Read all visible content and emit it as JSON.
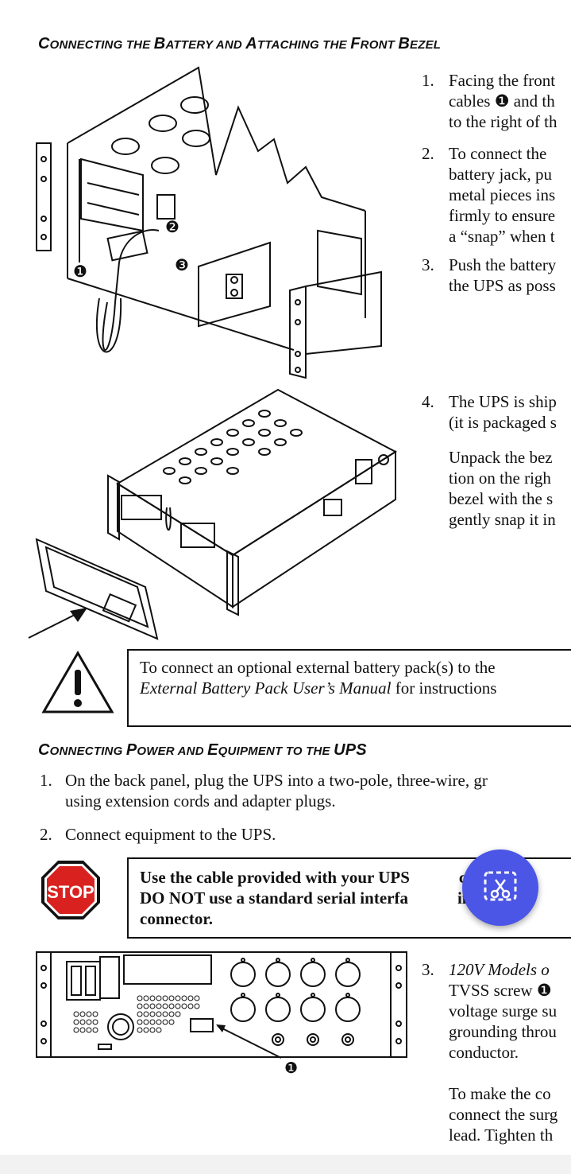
{
  "section1": {
    "heading_parts": [
      {
        "cap": "C",
        "rest": "ONNECTING THE "
      },
      {
        "cap": "B",
        "rest": "ATTERY AND "
      },
      {
        "cap": "A",
        "rest": "TTACHING THE "
      },
      {
        "cap": "F",
        "rest": "RONT "
      },
      {
        "cap": "B",
        "rest": "EZEL"
      }
    ],
    "steps": [
      {
        "num": "1.",
        "lines": [
          "Facing the front",
          "cables ❶ and th",
          "to the right of th"
        ]
      },
      {
        "num": "2.",
        "lines": [
          "To connect the",
          "battery jack, pu",
          "metal pieces ins",
          "firmly to ensure",
          "a “snap” when t"
        ]
      },
      {
        "num": "3.",
        "lines": [
          "Push the battery",
          "the UPS as poss"
        ]
      },
      {
        "num": "4.",
        "lines": [
          "The UPS is ship",
          "(it is packaged s"
        ]
      }
    ],
    "step4_extra": [
      "Unpack the bez",
      "tion on the righ",
      "bezel with the s",
      "gently snap it in"
    ],
    "callouts": {
      "one": "❶",
      "two": "❷",
      "three": "❸"
    }
  },
  "warning": {
    "line1": "To connect an optional external battery pack(s) to the",
    "line2_italic": "External Battery Pack User’s Manual",
    "line2_rest": " for instructions"
  },
  "section2": {
    "heading_parts": [
      {
        "cap": "C",
        "rest": "ONNECTING "
      },
      {
        "cap": "P",
        "rest": "OWER AND "
      },
      {
        "cap": "E",
        "rest": "QUIPMENT TO THE "
      },
      {
        "cap": "UPS",
        "rest": ""
      }
    ],
    "step1_num": "1.",
    "step1_lines": [
      "On the back panel, plug the UPS into a two-pole, three-wire, gr",
      "using extension cords and adapter plugs."
    ],
    "step2_num": "2.",
    "step2_text": "Connect equipment to the UPS."
  },
  "stop": {
    "sign_text": "STOP",
    "line1a": "Use the cable provided with your UPS",
    "line1b": "ct t",
    "line2a": "DO NOT use a standard serial interfa",
    "line2b": "inc",
    "line3": "connector."
  },
  "step3": {
    "num": "3.",
    "lines_italic": "120V Models o",
    "lines": [
      "TVSS screw ❶",
      "voltage surge su",
      "grounding throu",
      "conductor."
    ],
    "extra": [
      "To make the co",
      "connect the surg",
      "lead. Tighten th"
    ],
    "callout": "❶"
  },
  "colors": {
    "stop_red": "#d9211f",
    "fab_blue": "#4b55e6"
  },
  "icons": [
    "warning-triangle-icon",
    "stop-sign-icon",
    "screenshot-scissors-icon"
  ]
}
